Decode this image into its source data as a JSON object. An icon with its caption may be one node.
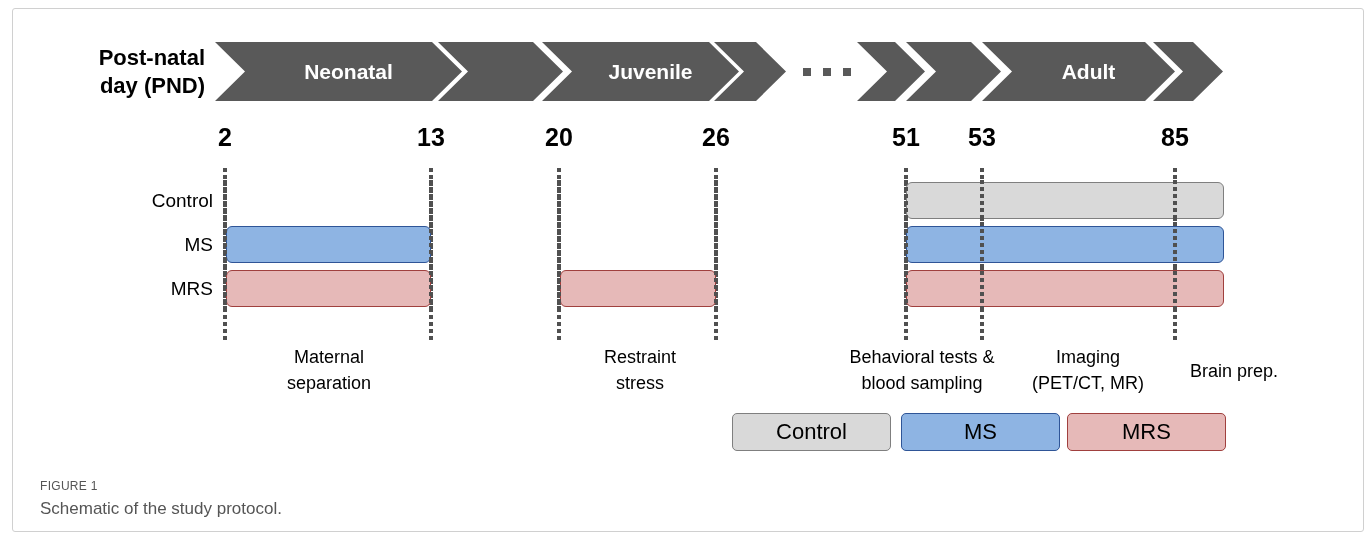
{
  "diagram": {
    "caption": "Schematic of the study protocol.",
    "nodes": [
      {
        "text": [
          "Neonatal"
        ]
      },
      {
        "text": [],
        "shape": "chevron"
      },
      {
        "text": [
          "Juvenile"
        ]
      },
      {
        "text": [],
        "shape": "chevron"
      },
      {
        "text": [],
        "shape": "chevron"
      },
      {
        "text": [],
        "shape": "chevron"
      },
      {
        "text": [
          "Adult"
        ]
      },
      {
        "text": [],
        "shape": "chevron"
      },
      {
        "text": [],
        "shape": "bar"
      },
      {
        "text": [],
        "shape": "bar"
      },
      {
        "text": [],
        "shape": "bar"
      },
      {
        "text": [],
        "shape": "bar"
      },
      {
        "text": [],
        "shape": "bar"
      },
      {
        "text": [],
        "shape": "bar"
      }
    ],
    "labels": [
      "Post-natal day (PND)",
      "2",
      "13",
      "20",
      "26",
      "51",
      "53",
      "85",
      "Control",
      "MS",
      "MRS",
      "Maternal separation",
      "Restraint stress",
      "Behavioral tests & blood sampling",
      "Imaging (PET/CT, MR)",
      "Brain prep.",
      "FIGURE 1"
    ],
    "legend": [
      {
        "text": "Control",
        "color": "#d9d9d9"
      },
      {
        "text": "MS",
        "color": "#8eb4e3"
      },
      {
        "text": "MRS",
        "color": "#e6b9b8"
      }
    ]
  }
}
